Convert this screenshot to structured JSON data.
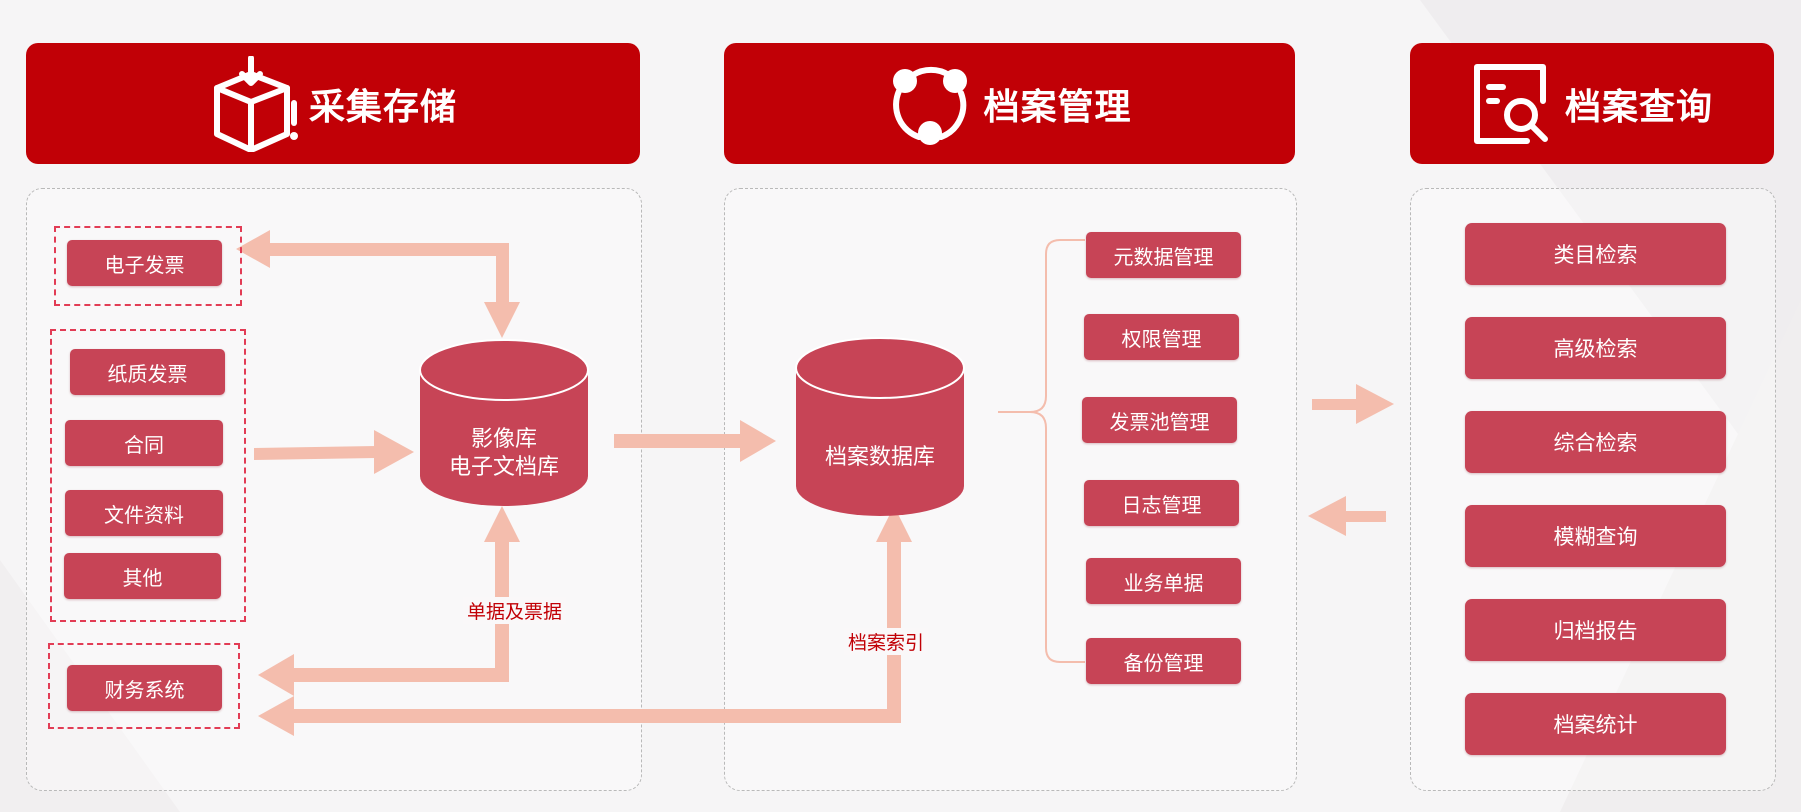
{
  "headers": {
    "collect": "采集存储",
    "manage": "档案管理",
    "query": "档案查询"
  },
  "collect": {
    "e_invoice": "电子发票",
    "sources": [
      "纸质发票",
      "合同",
      "文件资料",
      "其他"
    ],
    "finance": "财务系统",
    "image_db_line1": "影像库",
    "image_db_line2": "电子文档库",
    "docs_label": "单据及票据"
  },
  "manage": {
    "archive_db": "档案数据库",
    "index_label": "档案索引",
    "functions": [
      "元数据管理",
      "权限管理",
      "发票池管理",
      "日志管理",
      "业务单据",
      "备份管理"
    ]
  },
  "query": {
    "functions": [
      "类目检索",
      "高级检索",
      "综合检索",
      "模糊查询",
      "归档报告",
      "档案统计"
    ]
  },
  "colors": {
    "header_red": "#c10006",
    "pill_red": "#c74456",
    "arrow_pink": "#f4bdad",
    "dashed_red": "#e23c55"
  },
  "icons": {
    "collect": "box-download-icon",
    "manage": "cycle-network-icon",
    "query": "document-search-icon"
  }
}
